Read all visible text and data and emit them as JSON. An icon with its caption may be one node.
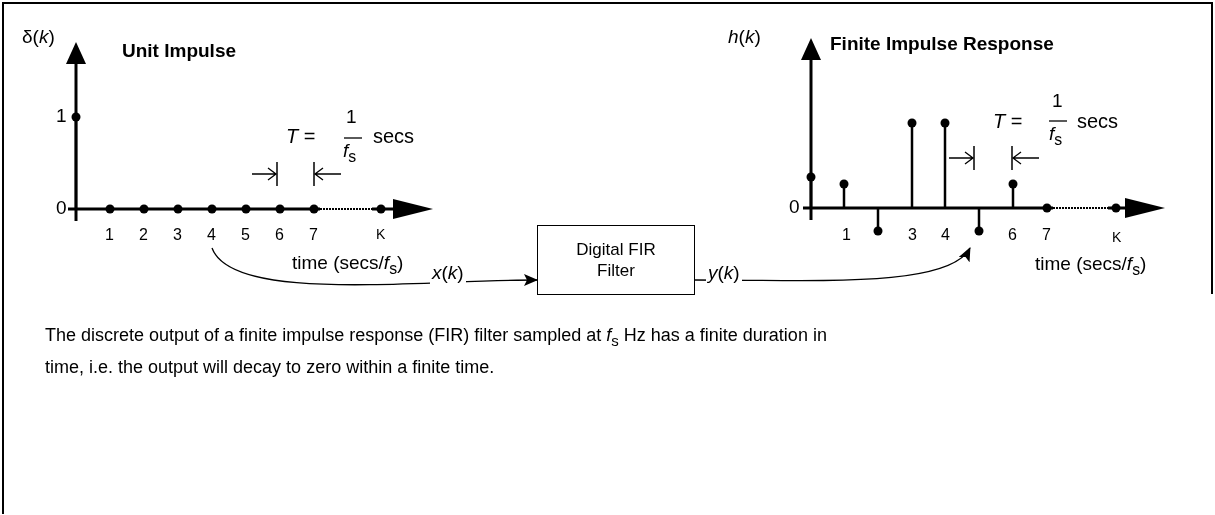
{
  "diagram": {
    "caption": "The discrete output of a finite impulse response (FIR) filter sampled at *f*$_{s}$ Hz has a finite duration in time, i.e. the output will decay to zero within a finite time.",
    "nodes": [
      {
        "text": [
          "Unit Impulse"
        ]
      },
      {
        "text": [
          "Digital FIR Filter"
        ]
      },
      {
        "text": [
          "Finite Impulse Response"
        ]
      }
    ],
    "edges": [
      {
        "from": 0,
        "to": 1,
        "arrow": "to",
        "label": "*x*(*k*)"
      },
      {
        "from": 1,
        "to": 2,
        "arrow": "to",
        "label": "*y*(*k*)"
      }
    ],
    "labels": [
      "δ(*k*)",
      "1",
      "*T* =",
      "1",
      "*f*$_{s}$",
      "secs",
      "0",
      "1",
      "2",
      "3",
      "4",
      "5",
      "6",
      "7",
      "K",
      "time (secs/*f*$_{s}$)",
      "*h*(*k*)",
      "*T* =",
      "1",
      "*f*$_{s}$",
      "secs",
      "0",
      "1",
      "3",
      "4",
      "6",
      "7",
      "K",
      "time (secs/*f*$_{s}$)"
    ]
  }
}
